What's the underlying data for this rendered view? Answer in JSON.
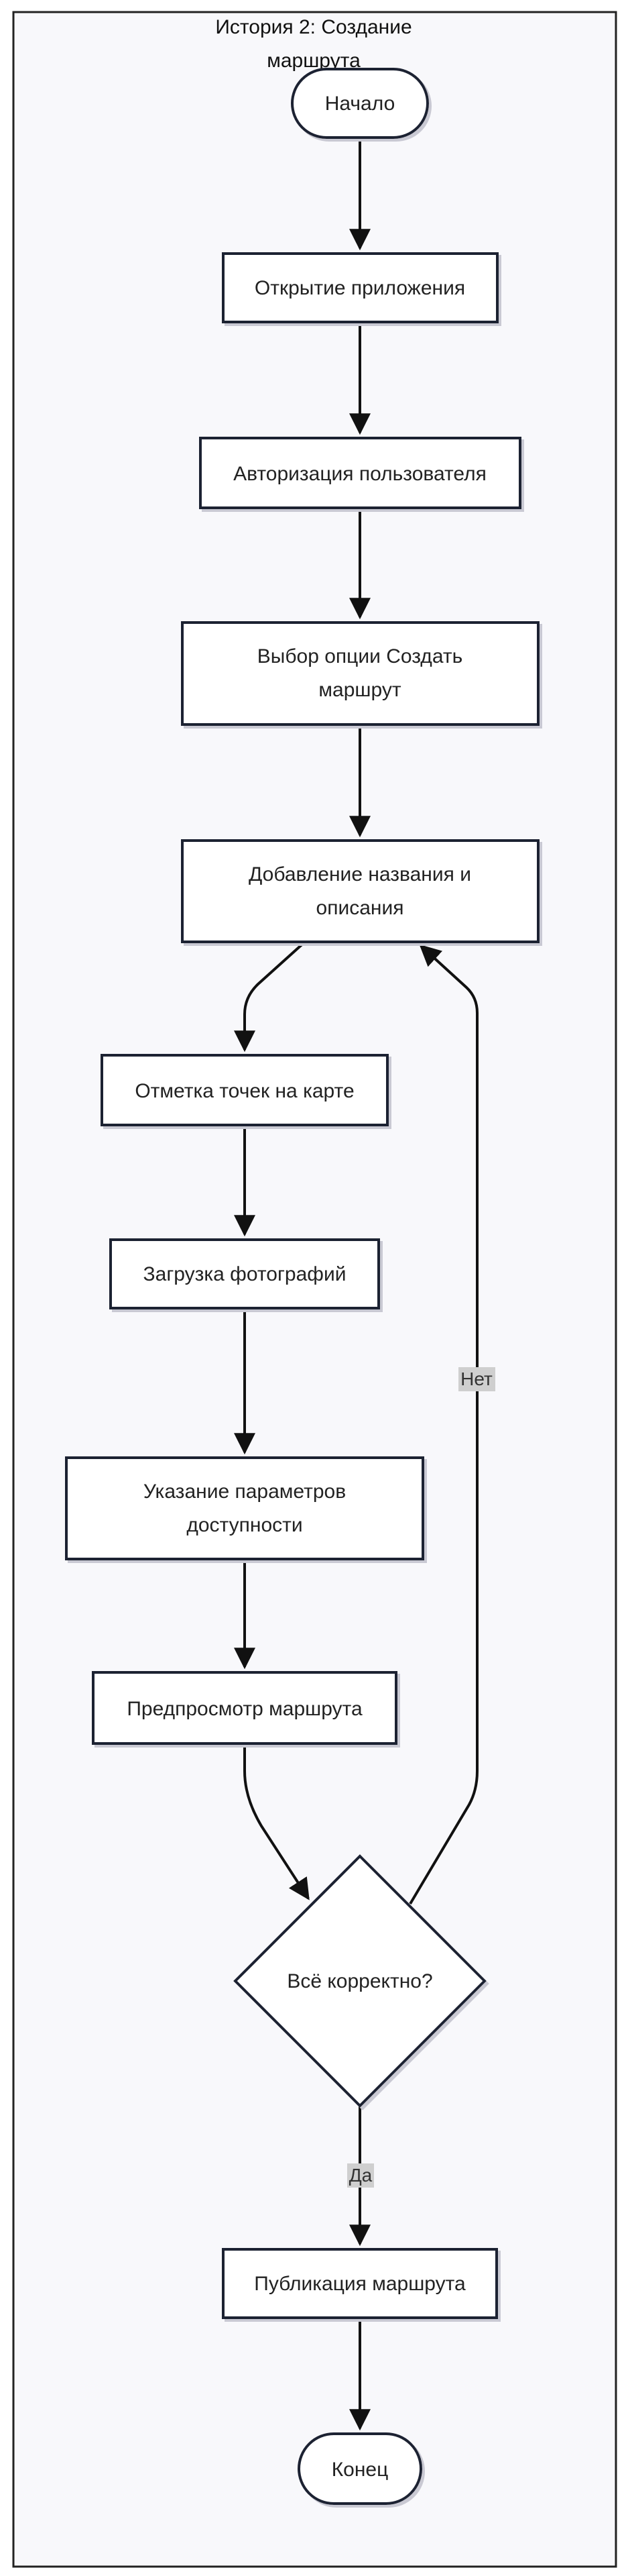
{
  "title": {
    "line1": "История 2: Создание",
    "line2": "маршрута"
  },
  "nodes": {
    "start": "Начало",
    "open_app": "Открытие приложения",
    "auth": "Авторизация пользователя",
    "choose_option": [
      "Выбор опции Создать",
      "маршрут"
    ],
    "add_name": [
      "Добавление названия и",
      "описания"
    ],
    "mark_points": "Отметка точек на карте",
    "upload_photos": "Загрузка фотографий",
    "accessibility": [
      "Указание параметров",
      "доступности"
    ],
    "preview": "Предпросмотр маршрута",
    "decision": "Всё корректно?",
    "publish": "Публикация маршрута",
    "end": "Конец"
  },
  "edge_labels": {
    "yes": "Да",
    "no": "Нет"
  },
  "colors": {
    "background": "#ffffff",
    "cluster_fill": "#f8f8fb",
    "cluster_stroke": "#222222",
    "node_fill": "#ffffff",
    "node_stroke": "#1f2233",
    "edge": "#111111",
    "edge_label_bg": "#cfcfcf"
  }
}
